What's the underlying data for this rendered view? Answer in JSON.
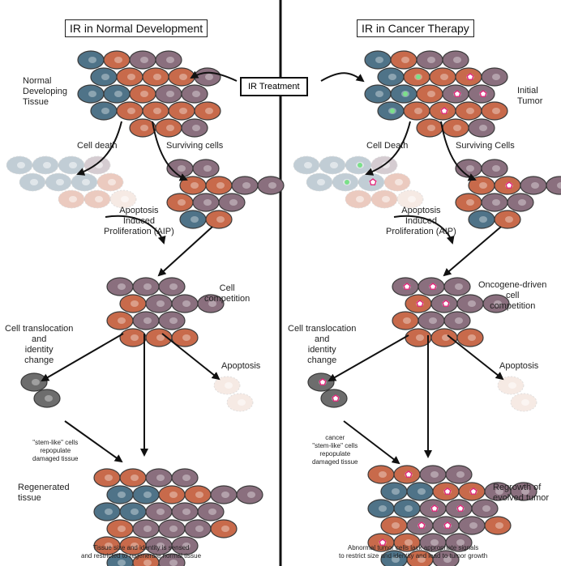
{
  "left": {
    "title": "IR in Normal Development",
    "tissue": "Normal\nDeveloping\nTissue",
    "cell_death": "Cell death",
    "surviving": "Surviving cells",
    "aip": "Apoptosis\nInduced\nProliferation (AIP)",
    "competition": "Cell\ncompetition",
    "translocation": "Cell translocation\nand\nidentity\nchange",
    "apoptosis": "Apoptosis",
    "stem": "\"stem-like\" cells\nrepopulate\ndamaged tissue",
    "regenerated": "Regenerated\ntissue",
    "footer": "Tissue size and identity is sensed\nand restricted to regenerate normal tissue"
  },
  "right": {
    "title": "IR in Cancer Therapy",
    "tumor": "Initial\nTumor",
    "cell_death": "Cell Death",
    "surviving": "Surviving Cells",
    "aip": "Apoptosis\nInduced\nProliferation (AIP)",
    "competition": "Oncogene-driven\ncell\ncompetition",
    "translocation": "Cell translocation\nand\nidentity\nchange",
    "apoptosis": "Apoptosis",
    "stem": "cancer\n\"stem-like\" cells\nrepopulate\ndamaged tissue",
    "regrowth": "Regrowth of\nevolved tumor",
    "footer": "Abnormal tumor cells lack appropriate signals\nto restrict size and identity and lead to tumor growth"
  },
  "center": {
    "ir_treatment": "IR Treatment"
  },
  "colors": {
    "orange": "#c86a4b",
    "purple": "#8a6f7e",
    "blue": "#4f7388",
    "grey": "#6d6d6d",
    "marker": "#e0287a"
  }
}
